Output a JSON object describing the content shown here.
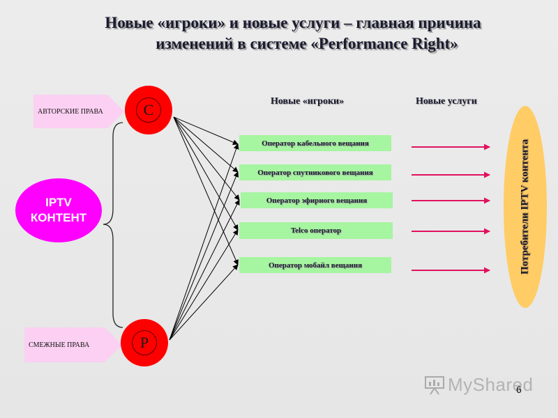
{
  "title": {
    "line1": "Новые «игроки» и новые услуги – главная причина",
    "line2": "изменений в системе «Performance Right»"
  },
  "rights": {
    "author": "АВТОРСКИЕ  ПРАВА",
    "related": "СМЕЖНЫЕ  ПРАВА"
  },
  "circles": {
    "c_letter": "С",
    "p_letter": "Р"
  },
  "iptv": {
    "line1": "IPTV",
    "line2": "КОНТЕНТ"
  },
  "headers": {
    "players": "Новые  «игроки»",
    "services": "Новые  услуги"
  },
  "operators": [
    "Оператор кабельного вещания",
    "Оператор спутникового вещания",
    "Оператор эфирного вещания",
    "Telco оператор",
    "Оператор мобайл вещания"
  ],
  "consumers": "Потребители IPTV контента",
  "watermark": "MyShared",
  "page_number": "6",
  "colors": {
    "red_circle": "#ff0000",
    "magenta": "#ff00ff",
    "rights_fill": "#fbd0f2",
    "operator_fill": "#a6f5a0",
    "consumer_fill": "#ffcc66",
    "service_arrow": "#e0115f"
  }
}
